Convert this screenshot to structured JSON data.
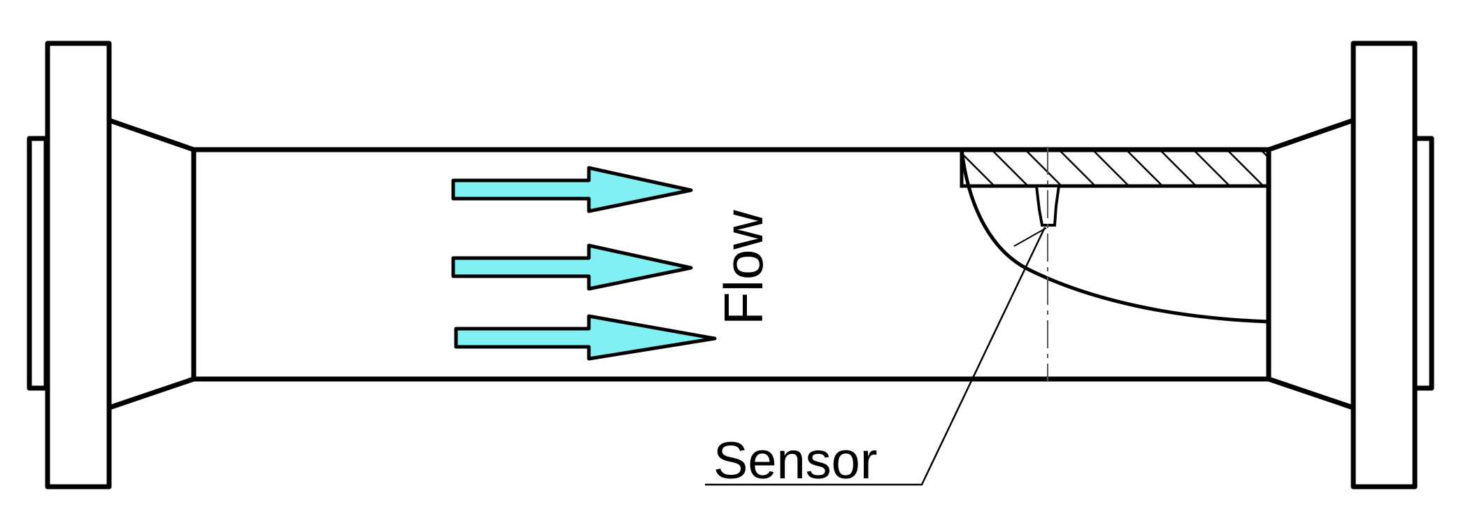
{
  "diagram": {
    "flow_label": "Flow",
    "sensor_label": "Sensor",
    "arrow_count": 3
  },
  "colors": {
    "outline": "#000000",
    "arrow_fill": "#80f0f2",
    "background": "#ffffff",
    "centerline": "#666666"
  },
  "icons": {
    "flow_arrow": "right-arrow-icon",
    "flange": "pipe-flange"
  }
}
